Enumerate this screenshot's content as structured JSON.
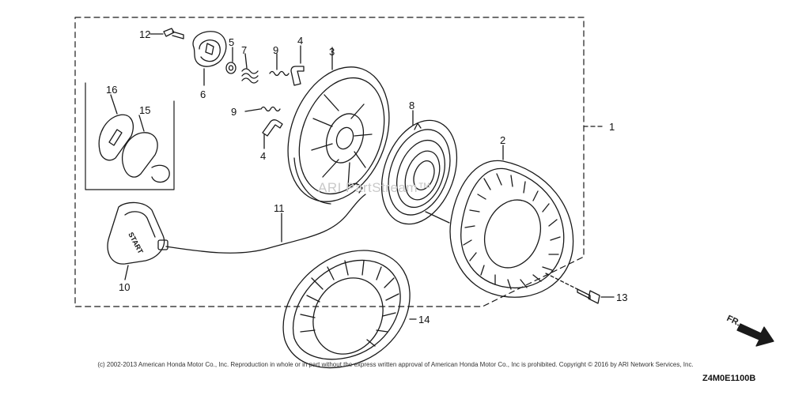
{
  "diagram": {
    "callouts": {
      "c1": "1",
      "c2": "2",
      "c3": "3",
      "c4a": "4",
      "c4b": "4",
      "c5": "5",
      "c6": "6",
      "c7": "7",
      "c8": "8",
      "c9a": "9",
      "c9b": "9",
      "c10": "10",
      "c11": "11",
      "c12": "12",
      "c13": "13",
      "c14": "14",
      "c15": "15",
      "c16": "16"
    },
    "handle_text": "START",
    "watermark": "ARI PartStream™",
    "copyright": "(c) 2002-2013 American Honda Motor Co., Inc. Reproduction in whole or in part without the express written approval of American Honda Motor Co., Inc is prohibited.  Copyright © 2016 by ARI Network Services, Inc.",
    "diagram_code": "Z4M0E1100B",
    "direction_label": "FR."
  },
  "colors": {
    "line": "#1a1a1a",
    "watermark": "#c9c9c9"
  },
  "icons": {
    "direction": "arrow-right-down-icon"
  }
}
